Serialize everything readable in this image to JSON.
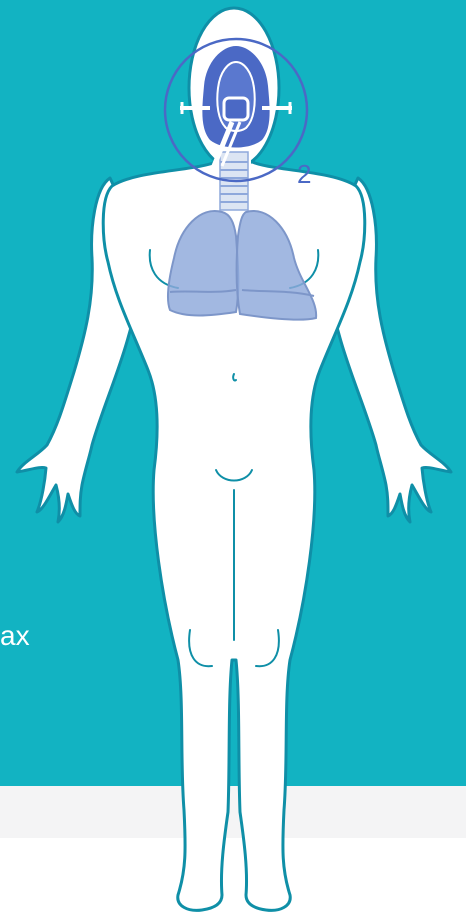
{
  "labels": {
    "side_text": "ax",
    "marker_number": "2"
  },
  "colors": {
    "background": "#12b3c2",
    "band": "#f4f4f5",
    "body_fill": "#ffffff",
    "body_outline": "#0f8fa7",
    "mask": "#4b69c5",
    "lungs": "#8ea8db"
  },
  "icons": [
    "body-figure",
    "oxygen-mask-icon",
    "lungs-icon",
    "trachea-icon"
  ]
}
